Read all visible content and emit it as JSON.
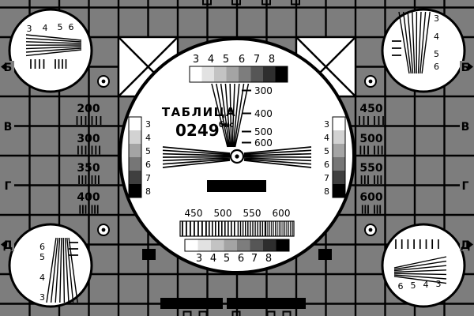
{
  "colors": {
    "background": "#7d7d7d",
    "ink": "#000000",
    "white": "#ffffff"
  },
  "grayscale": {
    "horizontal": [
      "#ffffff",
      "#e2e2e2",
      "#c3c3c3",
      "#a4a4a4",
      "#7d7d7d",
      "#565656",
      "#2e2e2e",
      "#000000"
    ],
    "vertical": [
      "#ffffff",
      "#d2d2d2",
      "#a4a4a4",
      "#767676",
      "#3f3f3f",
      "#000000"
    ]
  },
  "title": {
    "word": "ТАБЛИЦА",
    "number": "0249",
    "superscript": "бнс"
  },
  "center": {
    "top_digits": [
      "3",
      "4",
      "5",
      "6",
      "7",
      "8"
    ],
    "wedge_labels": [
      "300",
      "400",
      "500",
      "600"
    ],
    "left_scale_digits": [
      "3",
      "4",
      "5",
      "6",
      "7",
      "8"
    ],
    "right_scale_digits": [
      "3",
      "4",
      "5",
      "6",
      "7",
      "8"
    ],
    "freq_labels": [
      "450",
      "500",
      "550",
      "600"
    ],
    "bottom_digits": [
      "3",
      "4",
      "5",
      "6",
      "7",
      "8"
    ]
  },
  "panels": {
    "left": [
      "200",
      "300",
      "350",
      "400"
    ],
    "right": [
      "450",
      "500",
      "550",
      "600"
    ]
  },
  "rows": {
    "left": [
      "Б",
      "В",
      "Г",
      "Д"
    ],
    "right": [
      "Б",
      "В",
      "Г",
      "Д"
    ]
  },
  "corner_circles": {
    "top_left": [
      "3",
      "4",
      "5",
      "6"
    ],
    "top_right": [
      "3",
      "4",
      "5",
      "6"
    ],
    "bottom_left": [
      "6",
      "5",
      "4",
      "3"
    ],
    "bottom_right": [
      "6",
      "5",
      "4",
      "3"
    ]
  }
}
